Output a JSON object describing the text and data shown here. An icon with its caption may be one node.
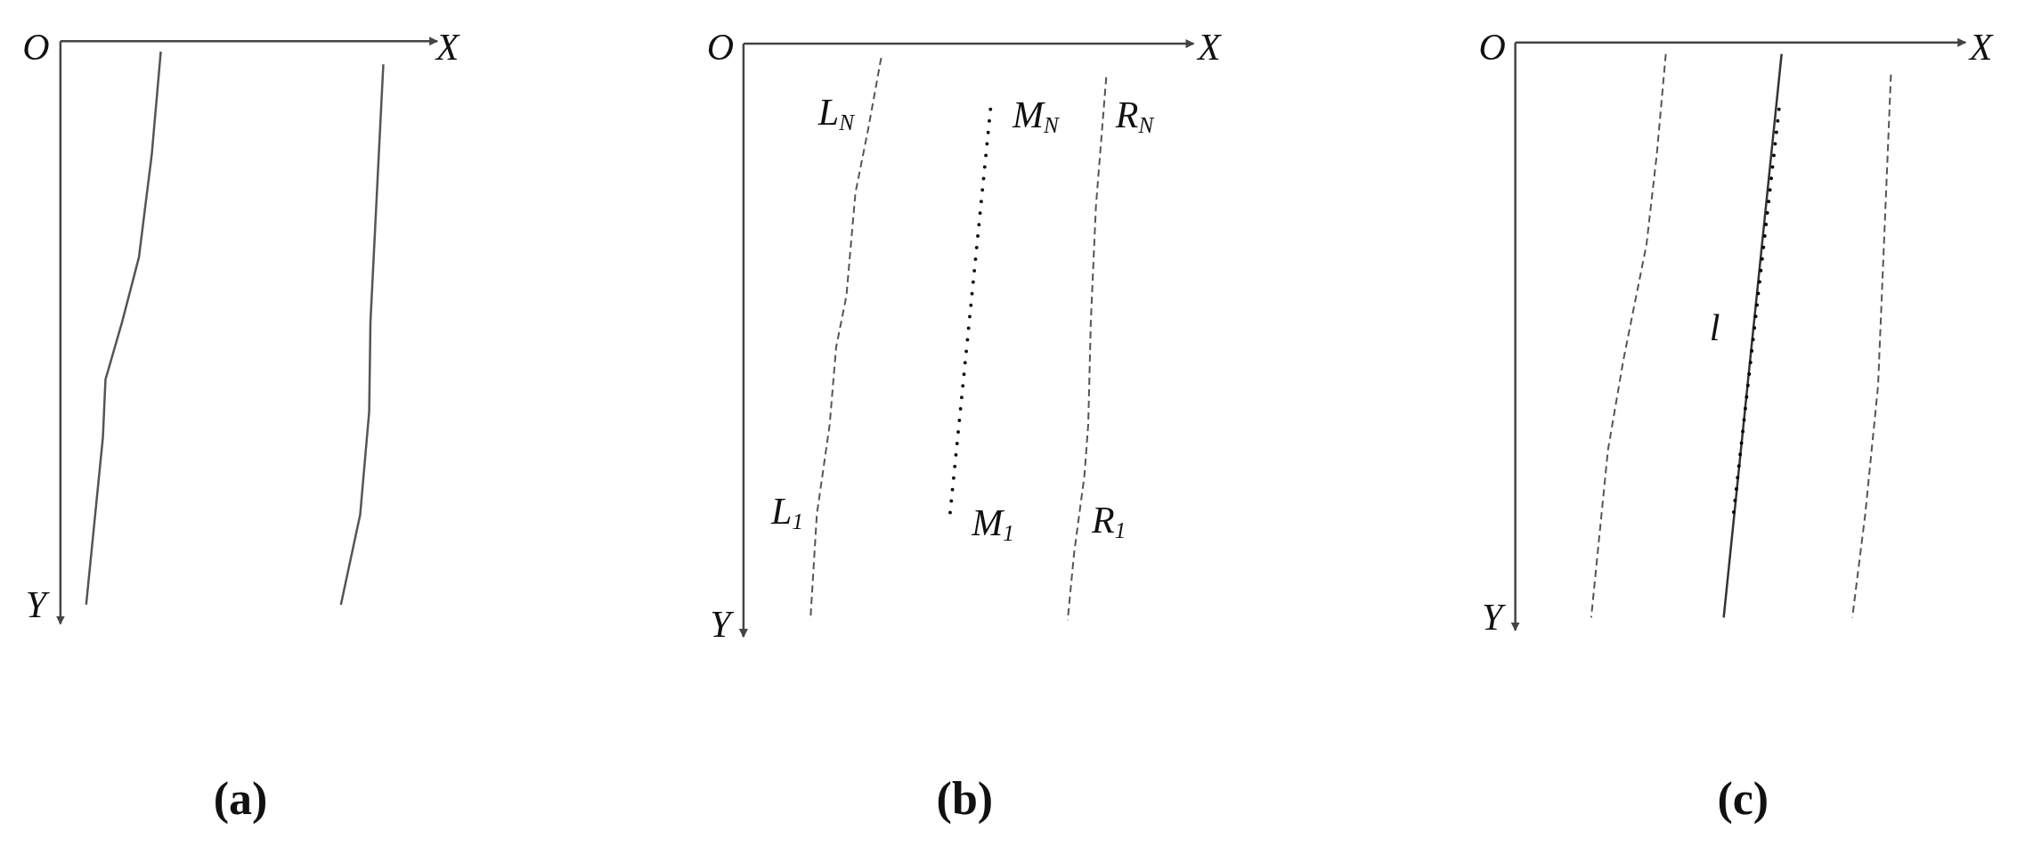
{
  "diagram": {
    "labels": [
      "O",
      "X",
      "Y",
      "(a)",
      "O",
      "X",
      "L$_{N}$",
      "M$_{N}$",
      "R$_{N}$",
      "L$_{1}$",
      "M$_{1}$",
      "R$_{1}$",
      "Y",
      "(b)",
      "O",
      "X",
      "l",
      "Y",
      "(c)"
    ]
  }
}
